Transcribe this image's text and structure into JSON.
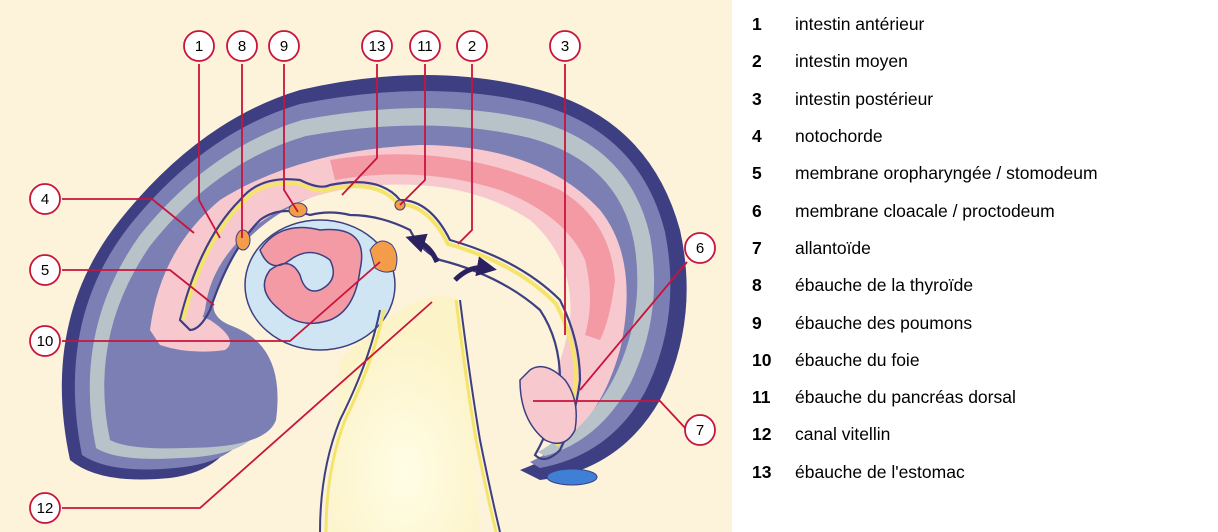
{
  "diagram": {
    "callouts": [
      "1",
      "8",
      "9",
      "13",
      "11",
      "2",
      "3",
      "4",
      "5",
      "6",
      "10",
      "7",
      "12"
    ]
  },
  "legend": [
    {
      "num": "1",
      "label": "intestin antérieur"
    },
    {
      "num": "2",
      "label": "intestin moyen"
    },
    {
      "num": "3",
      "label": "intestin postérieur"
    },
    {
      "num": "4",
      "label": "notochorde"
    },
    {
      "num": "5",
      "label": "membrane oropharyngée / stomodeum"
    },
    {
      "num": "6",
      "label": "membrane cloacale / proctodeum"
    },
    {
      "num": "7",
      "label": "allantoïde"
    },
    {
      "num": "8",
      "label": "ébauche de la thyroïde"
    },
    {
      "num": "9",
      "label": "ébauche des poumons"
    },
    {
      "num": "10",
      "label": "ébauche du foie"
    },
    {
      "num": "11",
      "label": "ébauche du pancréas dorsal"
    },
    {
      "num": "12",
      "label": "canal vitellin"
    },
    {
      "num": "13",
      "label": "ébauche de l'estomac"
    }
  ],
  "colors": {
    "background": "#fcf3da",
    "ectoderm_dark": "#3d3f82",
    "neural_purple": "#7c7fb3",
    "neural_cavity": "#b8c3c9",
    "mesoderm_pink": "#f7c9cf",
    "notochord": "#f49aa4",
    "endoderm_yellow": "#f5e46b",
    "heart_blue": "#cfe5f3",
    "leader_line": "#c8143c",
    "arrow": "#2b2060"
  }
}
